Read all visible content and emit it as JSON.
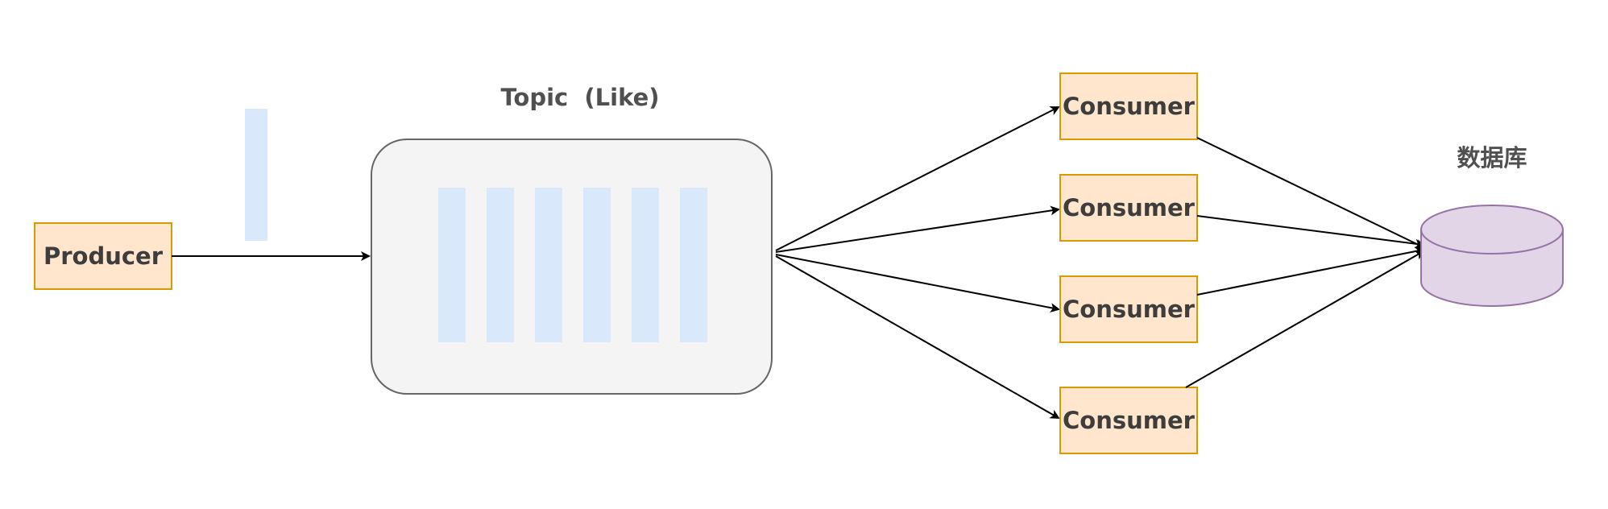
{
  "diagram": {
    "producer": {
      "label": "Producer"
    },
    "topic": {
      "title": "Topic  (Like)"
    },
    "consumers": [
      {
        "label": "Consumer"
      },
      {
        "label": "Consumer"
      },
      {
        "label": "Consumer"
      },
      {
        "label": "Consumer"
      }
    ],
    "database": {
      "label": "数据库"
    }
  },
  "colors": {
    "producer_fill": "#ffe6cc",
    "producer_stroke": "#d79b00",
    "topic_fill": "#f4f4f4",
    "topic_stroke": "#666666",
    "message_fill": "#dae8fc",
    "database_fill": "#e1d5e7",
    "database_stroke": "#9673a6",
    "arrow": "#000000"
  }
}
